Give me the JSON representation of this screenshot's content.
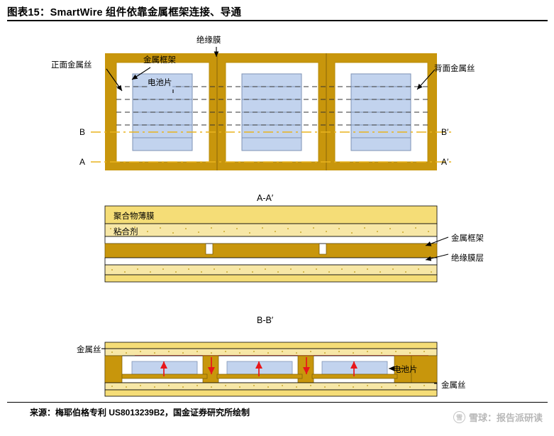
{
  "header": {
    "title": "图表15：SmartWire 组件依靠金属框架连接、导通"
  },
  "footer": {
    "source": "来源：梅耶伯格专利 US8013239B2，国金证券研究所绘制",
    "watermark_icon": "snowball-logo-icon",
    "watermark": "雪球：报告派研读"
  },
  "diagram": {
    "top_view": {
      "labels": {
        "insulation_film": "绝缘膜",
        "metal_frame": "金属框架",
        "front_metal_wire": "正面金属丝",
        "back_metal_wire": "背面金属丝",
        "cell_piece": "电池片",
        "section_b_left": "B",
        "section_b_right": "B′",
        "section_a_left": "A",
        "section_a_right": "A′"
      }
    },
    "section_aa": {
      "title": "A-A′",
      "labels": {
        "polymer_film": "聚合物薄膜",
        "adhesive": "粘合剂",
        "metal_frame": "金属框架",
        "insulation_layer": "绝缘膜层"
      }
    },
    "section_bb": {
      "title": "B-B′",
      "labels": {
        "metal_wire_top": "金属丝",
        "cell_piece": "电池片",
        "metal_wire_bottom": "金属丝"
      }
    }
  },
  "colors": {
    "gold": "#c8960c",
    "gold_dark": "#b98c0a",
    "yellow": "#f5dd77",
    "cell_blue": "#c2d3ee",
    "cell_blue_stroke": "#7f93b5",
    "dash_yellow": "#e8b31e",
    "arrow_red": "#e8161a",
    "rule_black": "#000000"
  }
}
